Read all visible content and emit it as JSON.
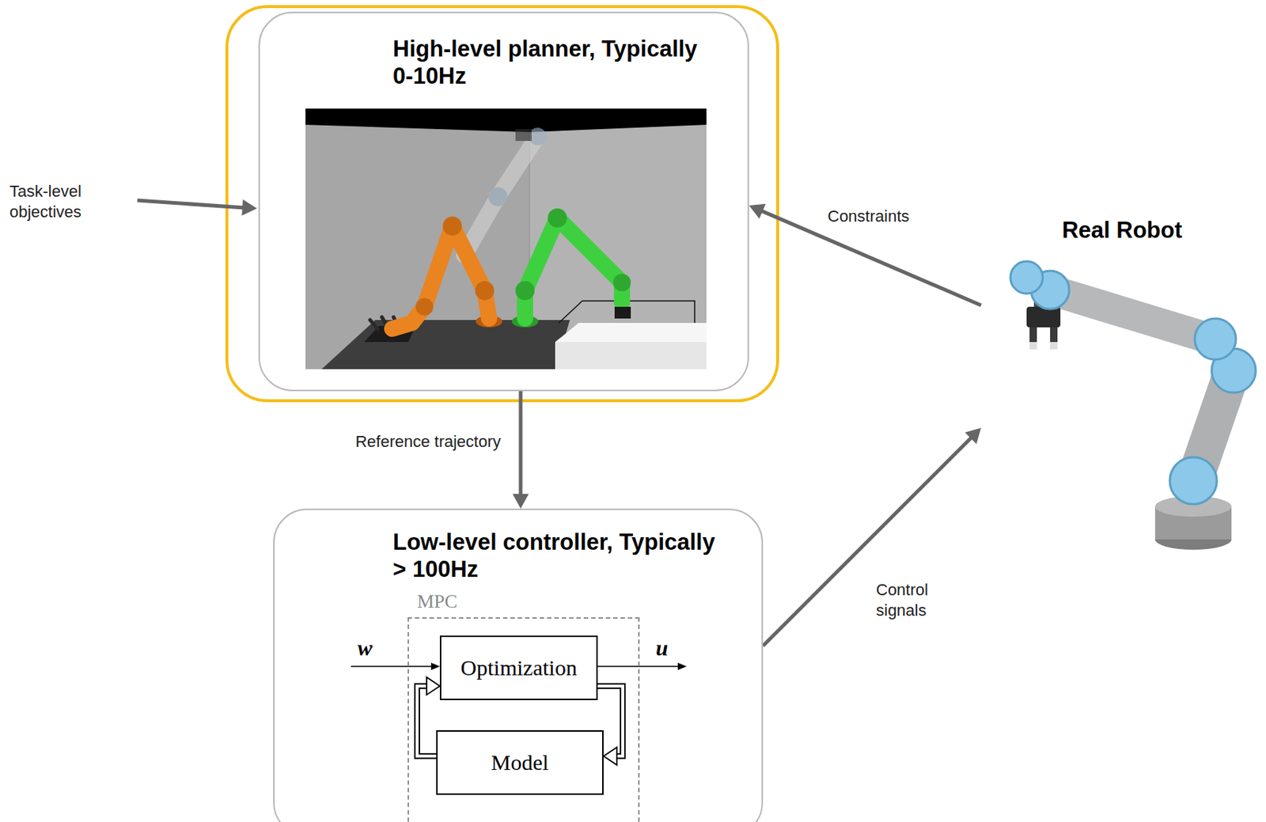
{
  "diagram": {
    "nodes": [
      {
        "text": [
          "High-level planner, Typically 0-10Hz"
        ]
      },
      {
        "text": [
          "Real Robot"
        ]
      },
      {
        "text": [
          "Low-level controller, Typically > 100Hz"
        ]
      },
      {
        "text": [
          "MPC"
        ],
        "in": 2
      },
      {
        "text": [
          "Optimization"
        ],
        "in": 3
      },
      {
        "text": [
          "Model"
        ],
        "in": 3
      }
    ],
    "edges": [
      {
        "from": 0,
        "to": 2,
        "label": "Reference trajectory",
        "arrow": "to"
      },
      {
        "from": 1,
        "to": 0,
        "label": "Constraints",
        "arrow": "to"
      },
      {
        "from": 2,
        "to": 1,
        "label": "Control signals",
        "arrow": "to"
      },
      {
        "from": 4,
        "to": 5,
        "arrow": "to"
      },
      {
        "from": 5,
        "to": 4,
        "arrow": "to"
      }
    ],
    "labels": [
      "Task-level objectives",
      "w",
      "u"
    ]
  }
}
